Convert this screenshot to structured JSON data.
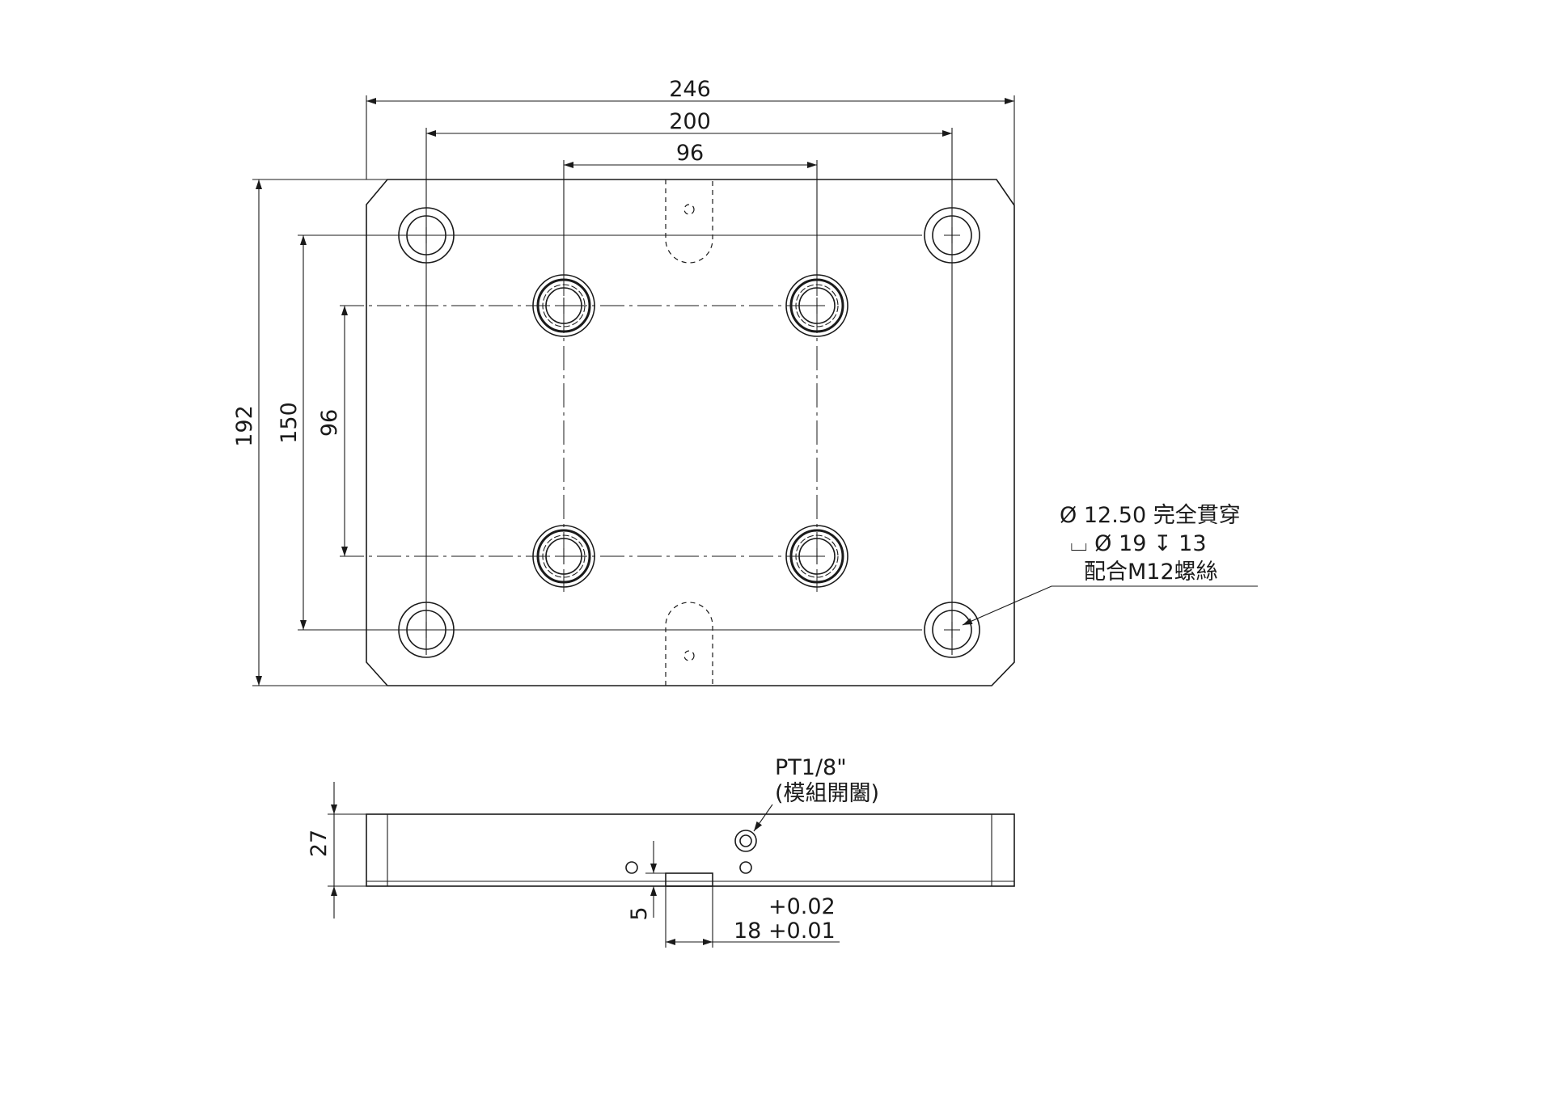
{
  "top_view": {
    "dim_overall_width": "246",
    "dim_hole_span_width": "200",
    "dim_inner_width": "96",
    "dim_overall_height": "192",
    "dim_hole_span_height": "150",
    "dim_inner_height": "96"
  },
  "callout": {
    "line1": "Ø 12.50 完全貫穿",
    "line2": "⌴ Ø 19 ↧ 13",
    "line3": "配合M12螺絲"
  },
  "side_view": {
    "port_label": "PT1/8\"",
    "port_note": "(模組開闔)",
    "dim_thickness": "27",
    "dim_slot_depth": "5",
    "tol_upper": "+0.02",
    "tol_main": "18 +0.01"
  }
}
